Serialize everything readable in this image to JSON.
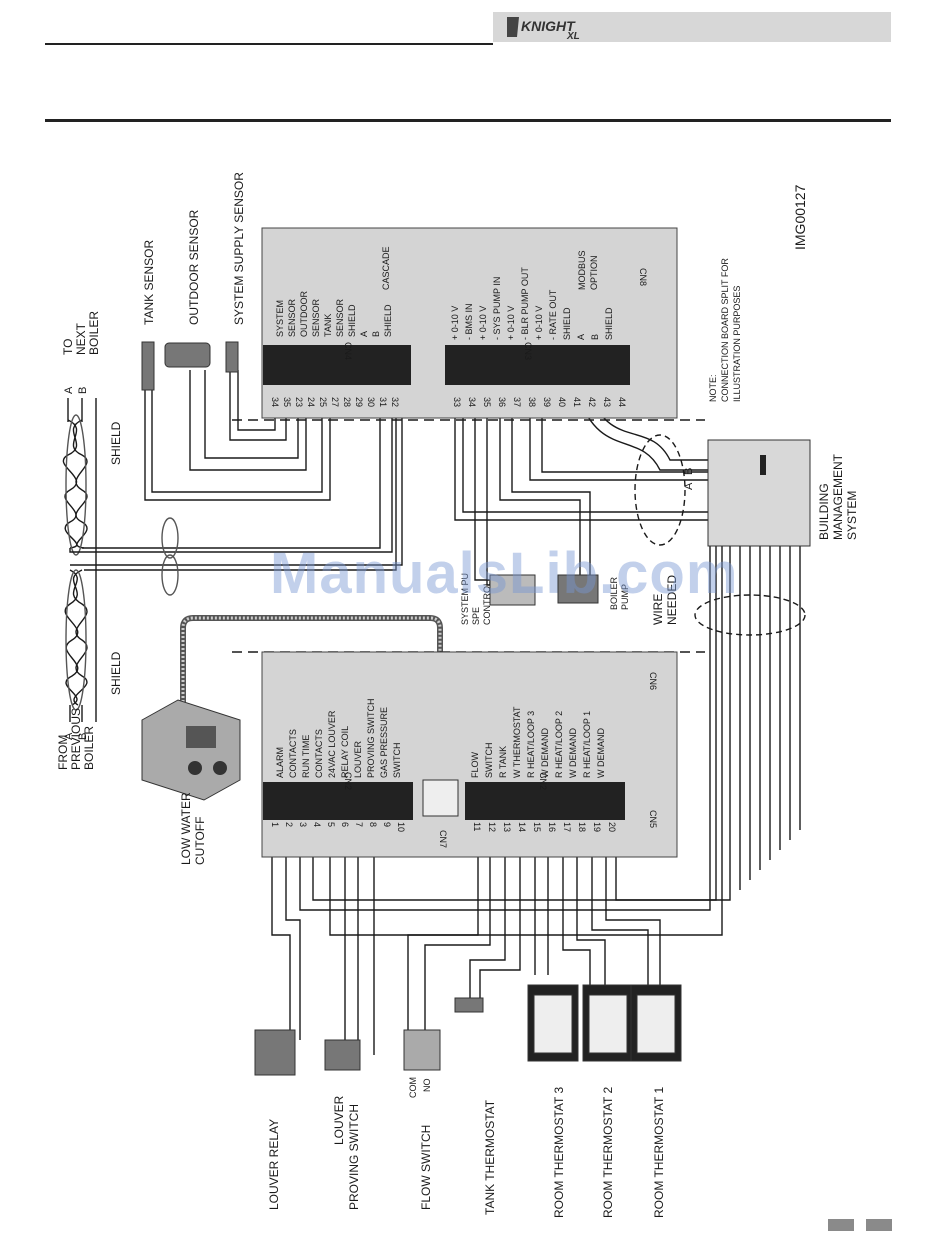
{
  "header": {
    "brand": "KNIGHT",
    "brand_suffix": "XL"
  },
  "image_id": "IMG00127",
  "note": [
    "NOTE:",
    "CONNECTION BOARD SPLIT FOR",
    "ILLUSTRATION PURPOSES"
  ],
  "watermark": "ManualsLib.com",
  "cn4": {
    "name": "CN4",
    "terminals": [
      "34",
      "35",
      "23",
      "24",
      "25",
      "27",
      "28",
      "29",
      "30",
      "31",
      "32"
    ],
    "labels": [
      "SYSTEM",
      "SENSOR",
      "OUTDOOR",
      "SENSOR",
      "TANK",
      "SENSOR",
      "SHIELD",
      "A",
      "B",
      "SHIELD"
    ],
    "cascade": "CASCADE"
  },
  "cn3": {
    "name": "CN3",
    "terminals": [
      "33",
      "34",
      "35",
      "36",
      "37",
      "38",
      "39",
      "40",
      "41",
      "42",
      "43",
      "44"
    ],
    "labels": [
      "+ 0-10 V",
      "- BMS IN",
      "+ 0-10 V",
      "- SYS PUMP IN",
      "+ 0-10 V",
      "- BLR PUMP OUT",
      "+ 0-10 V",
      "- RATE OUT",
      "SHIELD",
      "A",
      "B",
      "SHIELD"
    ],
    "modbus": [
      "MODBUS",
      "OPTION"
    ]
  },
  "cn2_left": {
    "name": "CN2",
    "terminals": [
      "1",
      "2",
      "3",
      "4",
      "5",
      "6",
      "7",
      "8",
      "9",
      "10"
    ],
    "labels": [
      "ALARM",
      "CONTACTS",
      "RUN TIME",
      "CONTACTS",
      "24VAC LOUVER",
      "RELAY COIL",
      "LOUVER",
      "PROVING SWITCH",
      "GAS PRESSURE",
      "SWITCH"
    ]
  },
  "cn2_right": {
    "name": "CN2",
    "terminals": [
      "11",
      "12",
      "13",
      "14",
      "15",
      "16",
      "17",
      "18",
      "19",
      "20"
    ],
    "labels": [
      "FLOW",
      "SWITCH",
      "R TANK",
      "W THERMOSTAT",
      "R HEAT/LOOP 3",
      "W DEMAND",
      "R HEAT/LOOP 2",
      "W DEMAND",
      "R HEAT/LOOP 1",
      "W DEMAND"
    ]
  },
  "connectors": {
    "cn7": "CN7",
    "cn8": "CN8",
    "cn5": "CN5",
    "cn6": "CN6"
  },
  "sensors": [
    "TANK SENSOR",
    "OUTDOOR SENSOR",
    "SYSTEM SUPPLY SENSOR"
  ],
  "to_next_boiler": [
    "TO",
    "NEXT",
    "BOILER"
  ],
  "from_previous_boiler": [
    "FROM",
    "PREVIOUS",
    "BOILER"
  ],
  "shield": "SHIELD",
  "wire_a": "A",
  "wire_b": "B",
  "low_water_cutoff": [
    "LOW WATER",
    "CUTOFF"
  ],
  "system_pump": [
    "SYSTEM PU",
    "SPE",
    "CONTROL"
  ],
  "boiler_pump": [
    "BOILER",
    "PUMP"
  ],
  "wire_note": [
    "WIRE",
    "NEEDED"
  ],
  "bms": [
    "BUILDING",
    "MANAGEMENT",
    "SYSTEM"
  ],
  "bms_ab": [
    "A",
    "B"
  ],
  "bottom_devices": [
    "LOUVER RELAY",
    "LOUVER",
    "PROVING SWITCH",
    "FLOW SWITCH",
    "TANK THERMOSTAT",
    "ROOM THERMOSTAT 3",
    "ROOM THERMOSTAT 2",
    "ROOM THERMOSTAT 1"
  ],
  "flow_switch_terms": [
    "COM",
    "NO"
  ]
}
